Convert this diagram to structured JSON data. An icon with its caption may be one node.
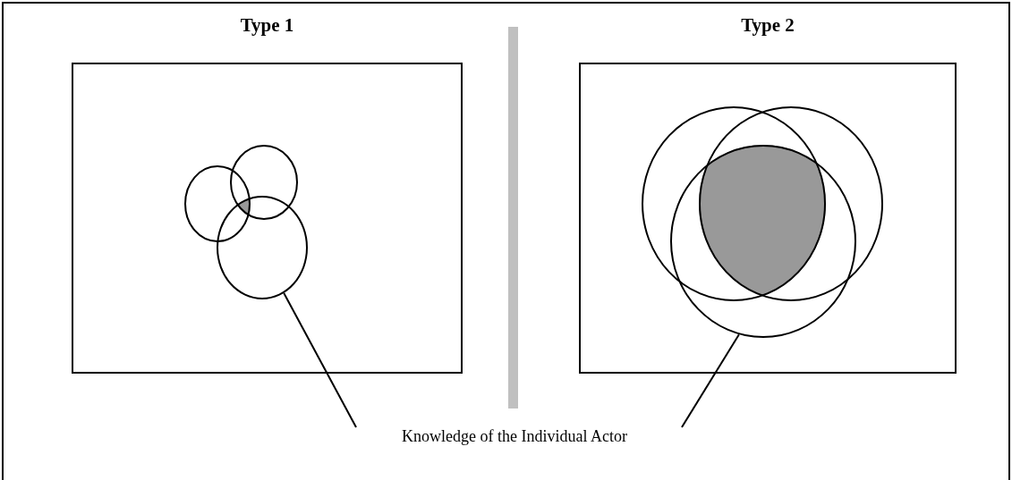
{
  "diagram": {
    "nodes": [
      {
        "text": [
          "Type 1"
        ]
      },
      {
        "text": [
          "Type 2"
        ]
      },
      {
        "text": [],
        "shape": "circle",
        "in": 0
      },
      {
        "text": [],
        "shape": "circle",
        "in": 1
      },
      {
        "text": [
          "Knowledge of the Individual Actor"
        ]
      }
    ],
    "edges": [
      {
        "from": 4,
        "to": 2,
        "arrow": "none"
      },
      {
        "from": 4,
        "to": 3,
        "arrow": "none"
      }
    ]
  }
}
